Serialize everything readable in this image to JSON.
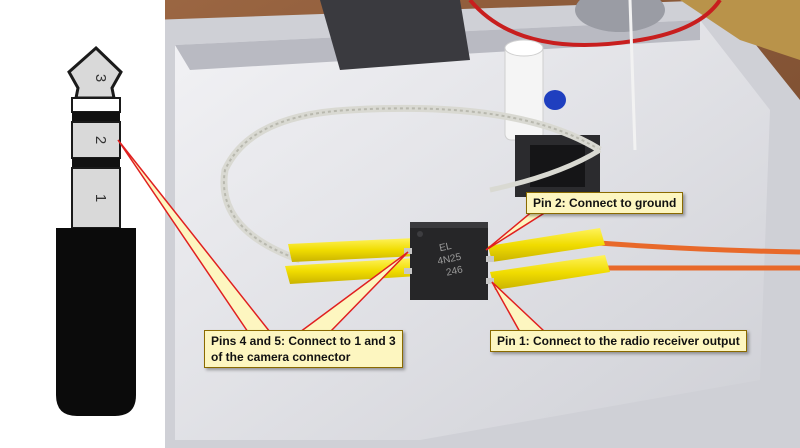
{
  "jack": {
    "segments": [
      {
        "label": "3"
      },
      {
        "label": "2"
      },
      {
        "label": "1"
      }
    ]
  },
  "chip": {
    "line1": "EL",
    "line2": "4N25",
    "line3": "246"
  },
  "callouts": {
    "ground": "Pin 2: Connect to ground",
    "receiver": "Pin 1: Connect to the radio receiver output",
    "camera_line1": "Pins 4 and 5: Connect to 1 and 3",
    "camera_line2": "of the camera connector"
  },
  "colors": {
    "callout_fill": "#fdf6c0",
    "pointer_red": "#e02020",
    "heatshrink_yellow": "#f2e000",
    "wire_orange": "#e8692a",
    "case_white": "#e6e6ea"
  }
}
